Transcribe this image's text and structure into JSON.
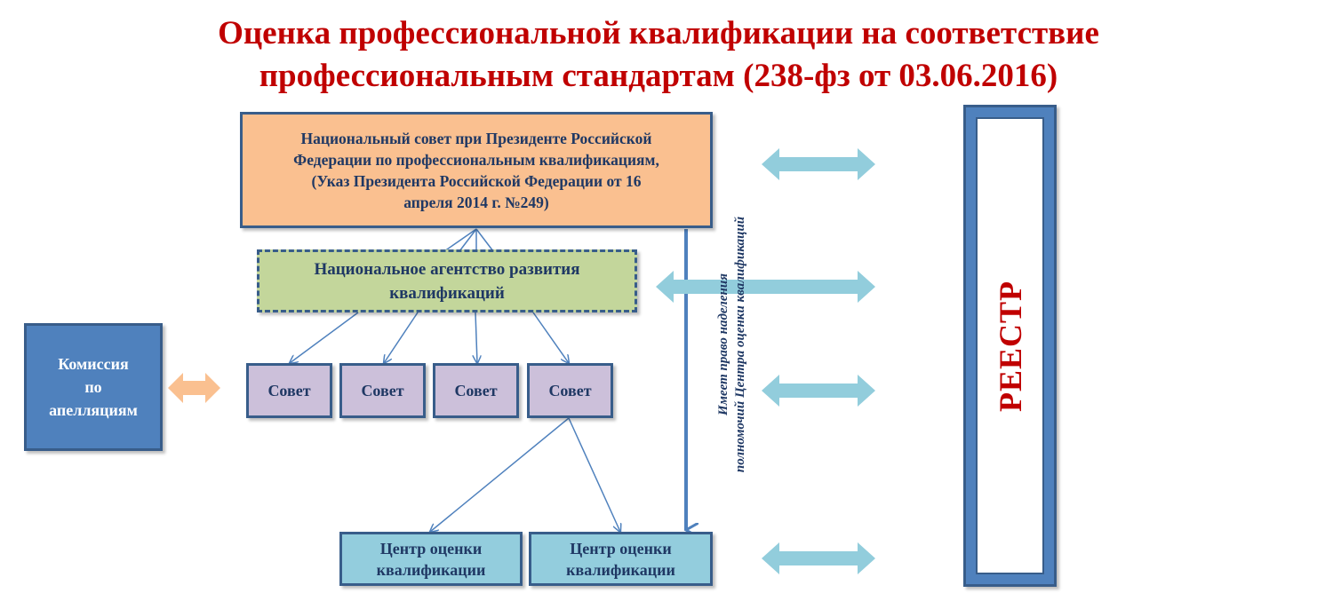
{
  "title": {
    "line1": "Оценка профессиональной квалификации на соответствие",
    "line2": "профессиональным стандартам (238-фз от 03.06.2016)"
  },
  "national_council": {
    "line1": "Национальный совет при Президенте Российской",
    "line2": "Федерации по профессиональным квалификациям,",
    "line3": "(Указ  Президента Российской Федерации  от 16",
    "line4": "апреля 2014 г. №249)"
  },
  "national_agency": {
    "line1": "Национальное агентство развития",
    "line2": "квалификаций"
  },
  "appeal_commission": {
    "line1": "Комиссия",
    "line2": "по",
    "line3": "апелляциям"
  },
  "councils": [
    "Совет",
    "Совет",
    "Совет",
    "Совет"
  ],
  "assessment_centers": [
    {
      "line1": "Центр оценки",
      "line2": "квалификации"
    },
    {
      "line1": "Центр оценки",
      "line2": "квалификации"
    }
  ],
  "vertical_note": {
    "line1": "Имеет право наделения",
    "line2": "полномочий Центра оценки квалификаций"
  },
  "registry": "РЕЕСТР",
  "colors": {
    "title": "#c00000",
    "council_fill": "#fac090",
    "agency_fill": "#c3d69b",
    "appeal_fill": "#4f81bd",
    "sovet_fill": "#ccc0da",
    "center_fill": "#93cddd",
    "border": "#385d8a",
    "arrow_light_blue": "#92cddc",
    "arrow_orange": "#fac090",
    "connector": "#4f81bd"
  }
}
